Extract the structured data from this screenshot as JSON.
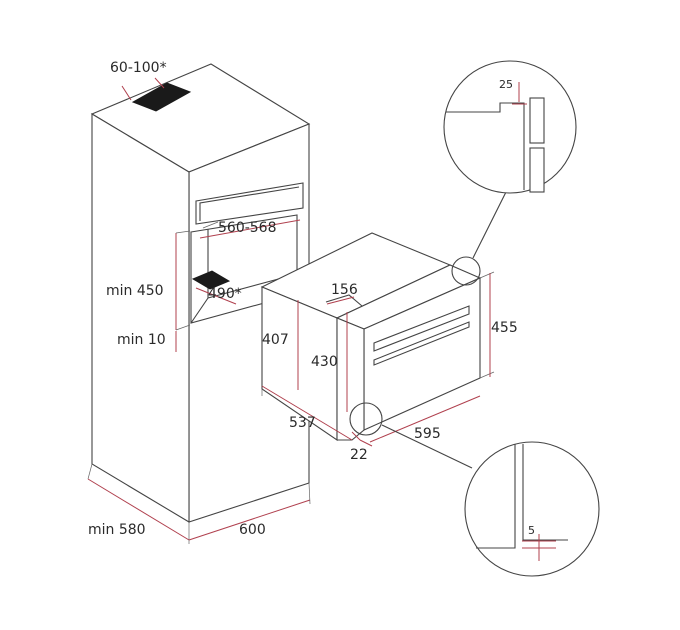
{
  "dimensions": {
    "vent_top": "60-100*",
    "niche_width": "560-568",
    "niche_height": "min 450",
    "shelf_depth": "490*",
    "min_gap": "min 10",
    "cabinet_depth": "min 580",
    "cabinet_width": "600",
    "oven_side_height": "407",
    "oven_inner_height": "430",
    "oven_front_height": "455",
    "oven_top_step": "156",
    "oven_depth": "537",
    "oven_width": "595",
    "oven_front_offset": "22",
    "detail_top": "25",
    "detail_bottom": "5"
  },
  "colors": {
    "dimension_line": "#b0404e",
    "outline": "#444444",
    "vent_fill": "#1a1a1a"
  }
}
